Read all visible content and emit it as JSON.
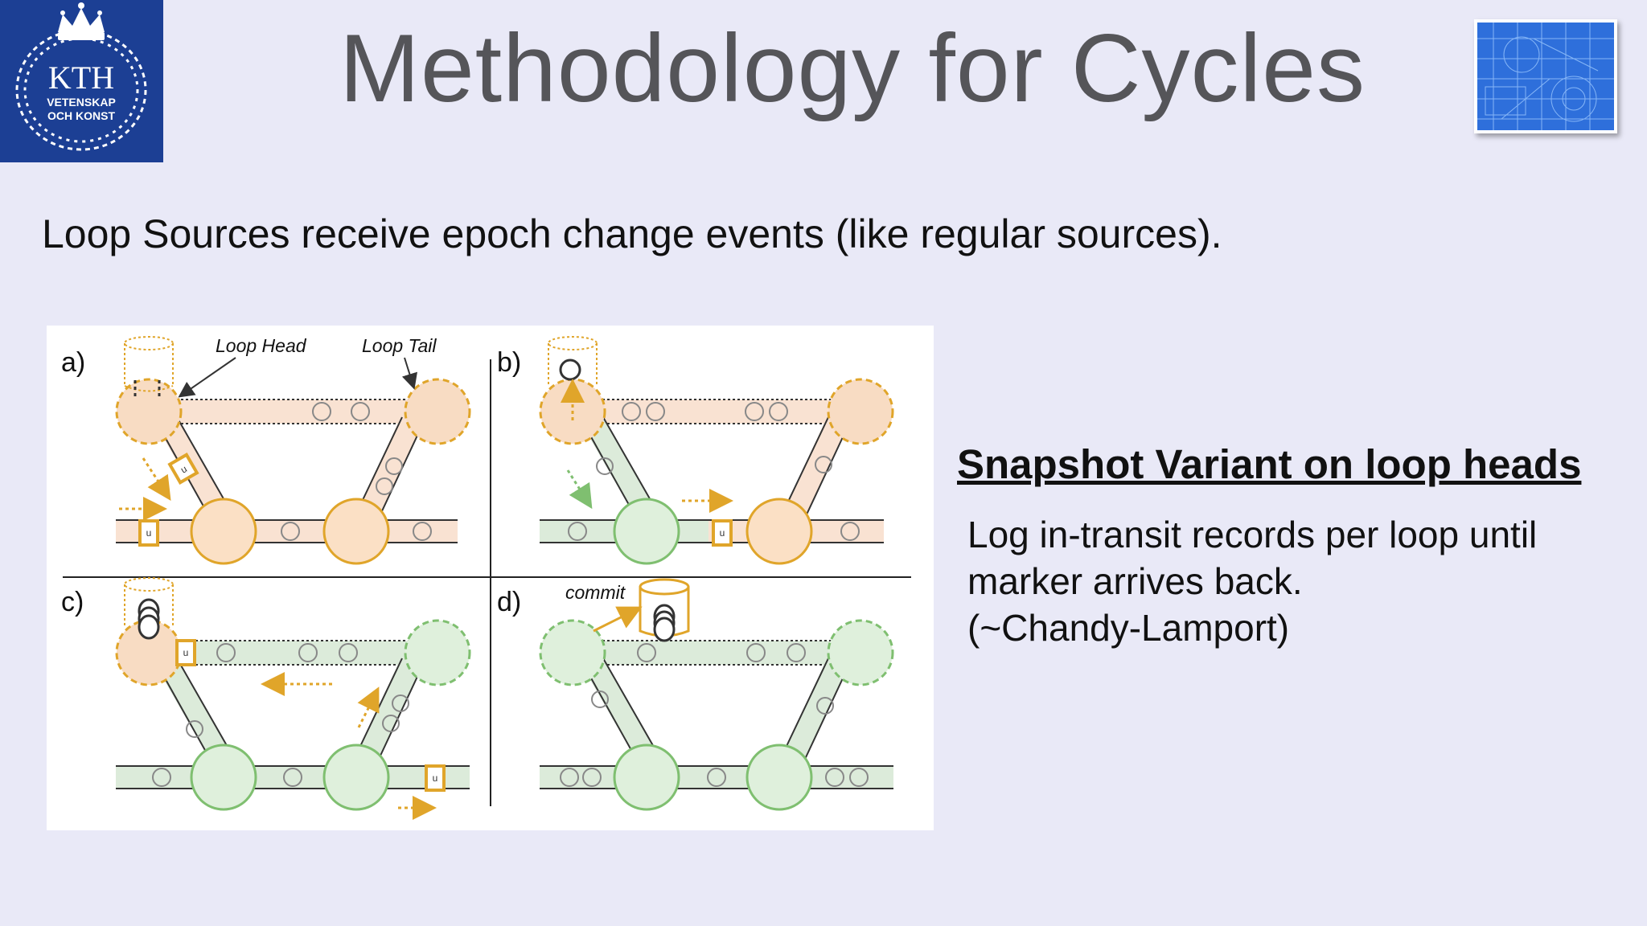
{
  "header": {
    "title": "Methodology for Cycles",
    "logo_text": "KTH",
    "logo_subtext": [
      "VETENSKAP",
      "OCH KONST"
    ]
  },
  "intro": "Loop Sources receive epoch change events (like regular sources).",
  "figure": {
    "panels": [
      {
        "label": "a)"
      },
      {
        "label": "b)"
      },
      {
        "label": "c)"
      },
      {
        "label": "d)"
      }
    ],
    "annotations": {
      "loop_head": "Loop Head",
      "loop_tail": "Loop Tail",
      "commit": "commit"
    },
    "marker_glyph": "u"
  },
  "side": {
    "heading": "Snapshot Variant on loop heads",
    "body_lines": [
      "Log in-transit records per loop until",
      "marker arrives back.",
      "(~Chandy-Lamport)"
    ]
  },
  "colors": {
    "kth_blue": "#1c3f94",
    "title_gray": "#555559",
    "background": "#e9e9f7",
    "orange_node": "#f8dcc3",
    "orange_stroke": "#e0a52a",
    "green_node": "#dff0dc",
    "green_stroke": "#7fbf70",
    "channel_orange": "#f9e2d2",
    "channel_green": "#dcebda"
  }
}
